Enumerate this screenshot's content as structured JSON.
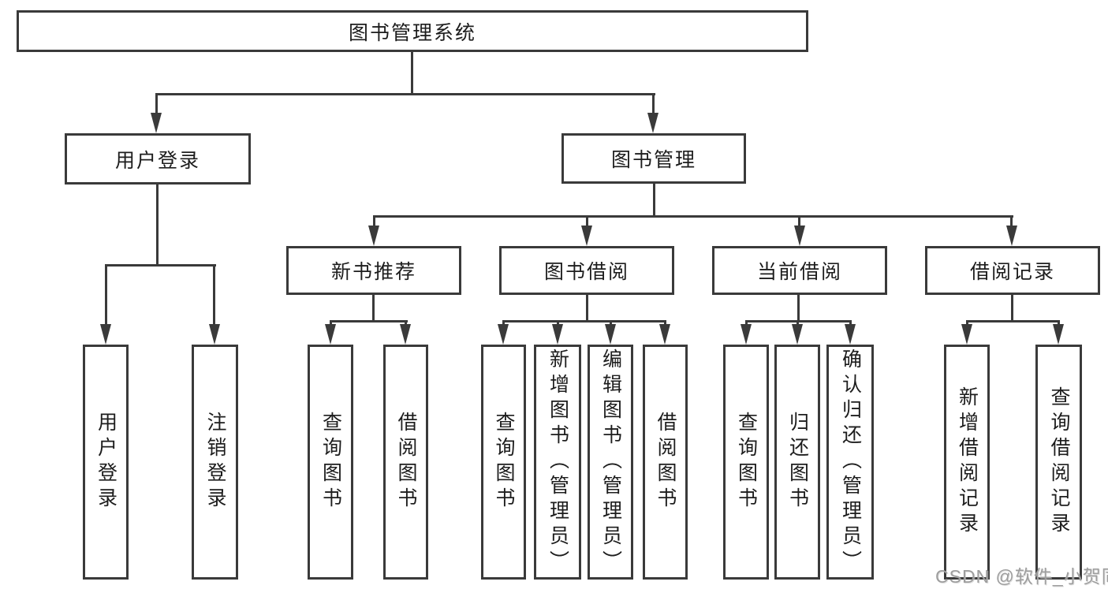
{
  "tree": {
    "root": {
      "label": "图书管理系统"
    },
    "branches": [
      {
        "label": "用户登录",
        "children": [
          {
            "label": "用户登录"
          },
          {
            "label": "注销登录"
          }
        ]
      },
      {
        "label": "图书管理",
        "children": [
          {
            "label": "新书推荐",
            "children": [
              {
                "label": "查询图书"
              },
              {
                "label": "借阅图书"
              }
            ]
          },
          {
            "label": "图书借阅",
            "children": [
              {
                "label": "查询图书"
              },
              {
                "label": "新增图书（管理员）"
              },
              {
                "label": "编辑图书（管理员）"
              },
              {
                "label": "借阅图书"
              }
            ]
          },
          {
            "label": "当前借阅",
            "children": [
              {
                "label": "查询图书"
              },
              {
                "label": "归还图书"
              },
              {
                "label": "确认归还（管理员）"
              }
            ]
          },
          {
            "label": "借阅记录",
            "children": [
              {
                "label": "新增借阅记录"
              },
              {
                "label": "查询借阅记录"
              }
            ]
          }
        ]
      }
    ]
  },
  "watermark": {
    "text": "CSDN @软件_小贺同学"
  },
  "colors": {
    "line": "#3a3a3a",
    "border": "#3a3a3a",
    "text": "#1d1d1d",
    "box_bg": "#ffffff",
    "watermark": "#9e9e9e"
  }
}
